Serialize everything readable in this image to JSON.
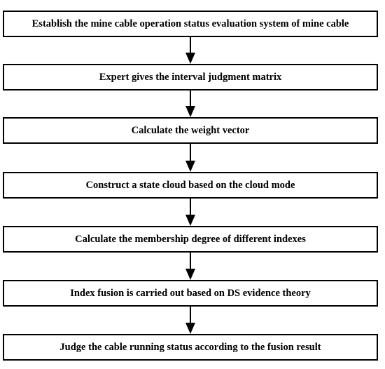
{
  "flowchart": {
    "steps": [
      {
        "label": "Establish the mine cable operation status evaluation system of mine cable"
      },
      {
        "label": "Expert gives the interval judgment matrix"
      },
      {
        "label": "Calculate the weight vector"
      },
      {
        "label": "Construct a state cloud based on the cloud mode"
      },
      {
        "label": "Calculate the membership degree of different indexes"
      },
      {
        "label": "Index fusion is carried out based on DS evidence theory"
      },
      {
        "label": "Judge the cable running status according to the fusion result"
      }
    ]
  }
}
